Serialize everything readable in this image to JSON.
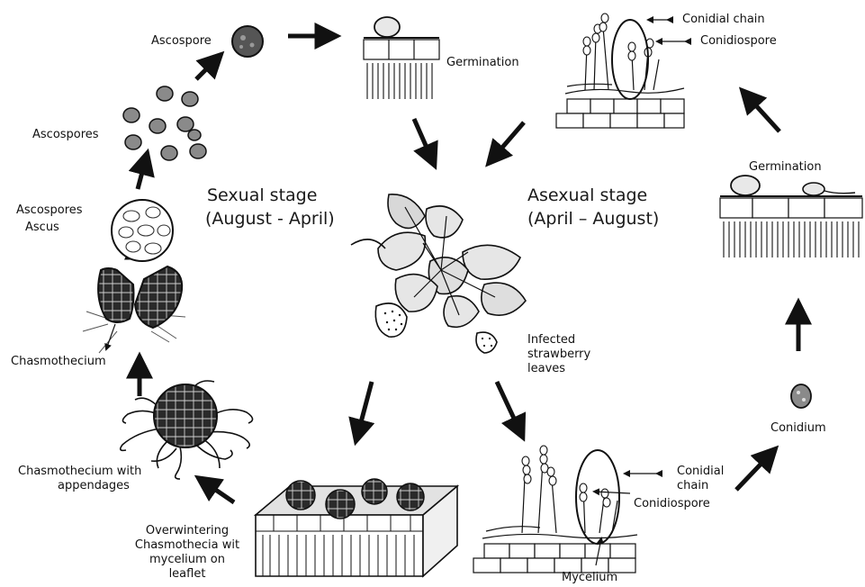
{
  "stages": {
    "sexual": {
      "title": "Sexual stage",
      "period": "(August - April)"
    },
    "asexual": {
      "title": "Asexual stage",
      "period": "(April – August)"
    }
  },
  "labels": {
    "ascospore": "Ascospore",
    "ascospores_cluster": "Ascospores",
    "ascospores_in_ascus": "Ascospores",
    "ascus": "Ascus",
    "chasmothecium": "Chasmothecium",
    "chasmothecium_appendages_line1": "Chasmothecium with",
    "chasmothecium_appendages_line2": "appendages",
    "overwintering_line1": "Overwintering",
    "overwintering_line2": "Chasmothecia wit",
    "overwintering_line3": "mycelium on",
    "overwintering_line4": "leaflet",
    "germination_top": "Germination",
    "germination_right": "Germination",
    "conidial_chain_top": "Conidial chain",
    "conidiospore_top": "Conidiospore",
    "conidium": "Conidium",
    "conidial_chain_bottom_line1": "Conidial",
    "conidial_chain_bottom_line2": "chain",
    "conidiospore_bottom": "Conidiospore",
    "mycelium": "Mycelium",
    "infected_line1": "Infected",
    "infected_line2": "strawberry",
    "infected_line3": "leaves"
  },
  "colors": {
    "ink": "#111111",
    "spore_fill": "#8a8a8a",
    "chasmo_fill": "#2a2a2a",
    "paper": "#ffffff"
  }
}
